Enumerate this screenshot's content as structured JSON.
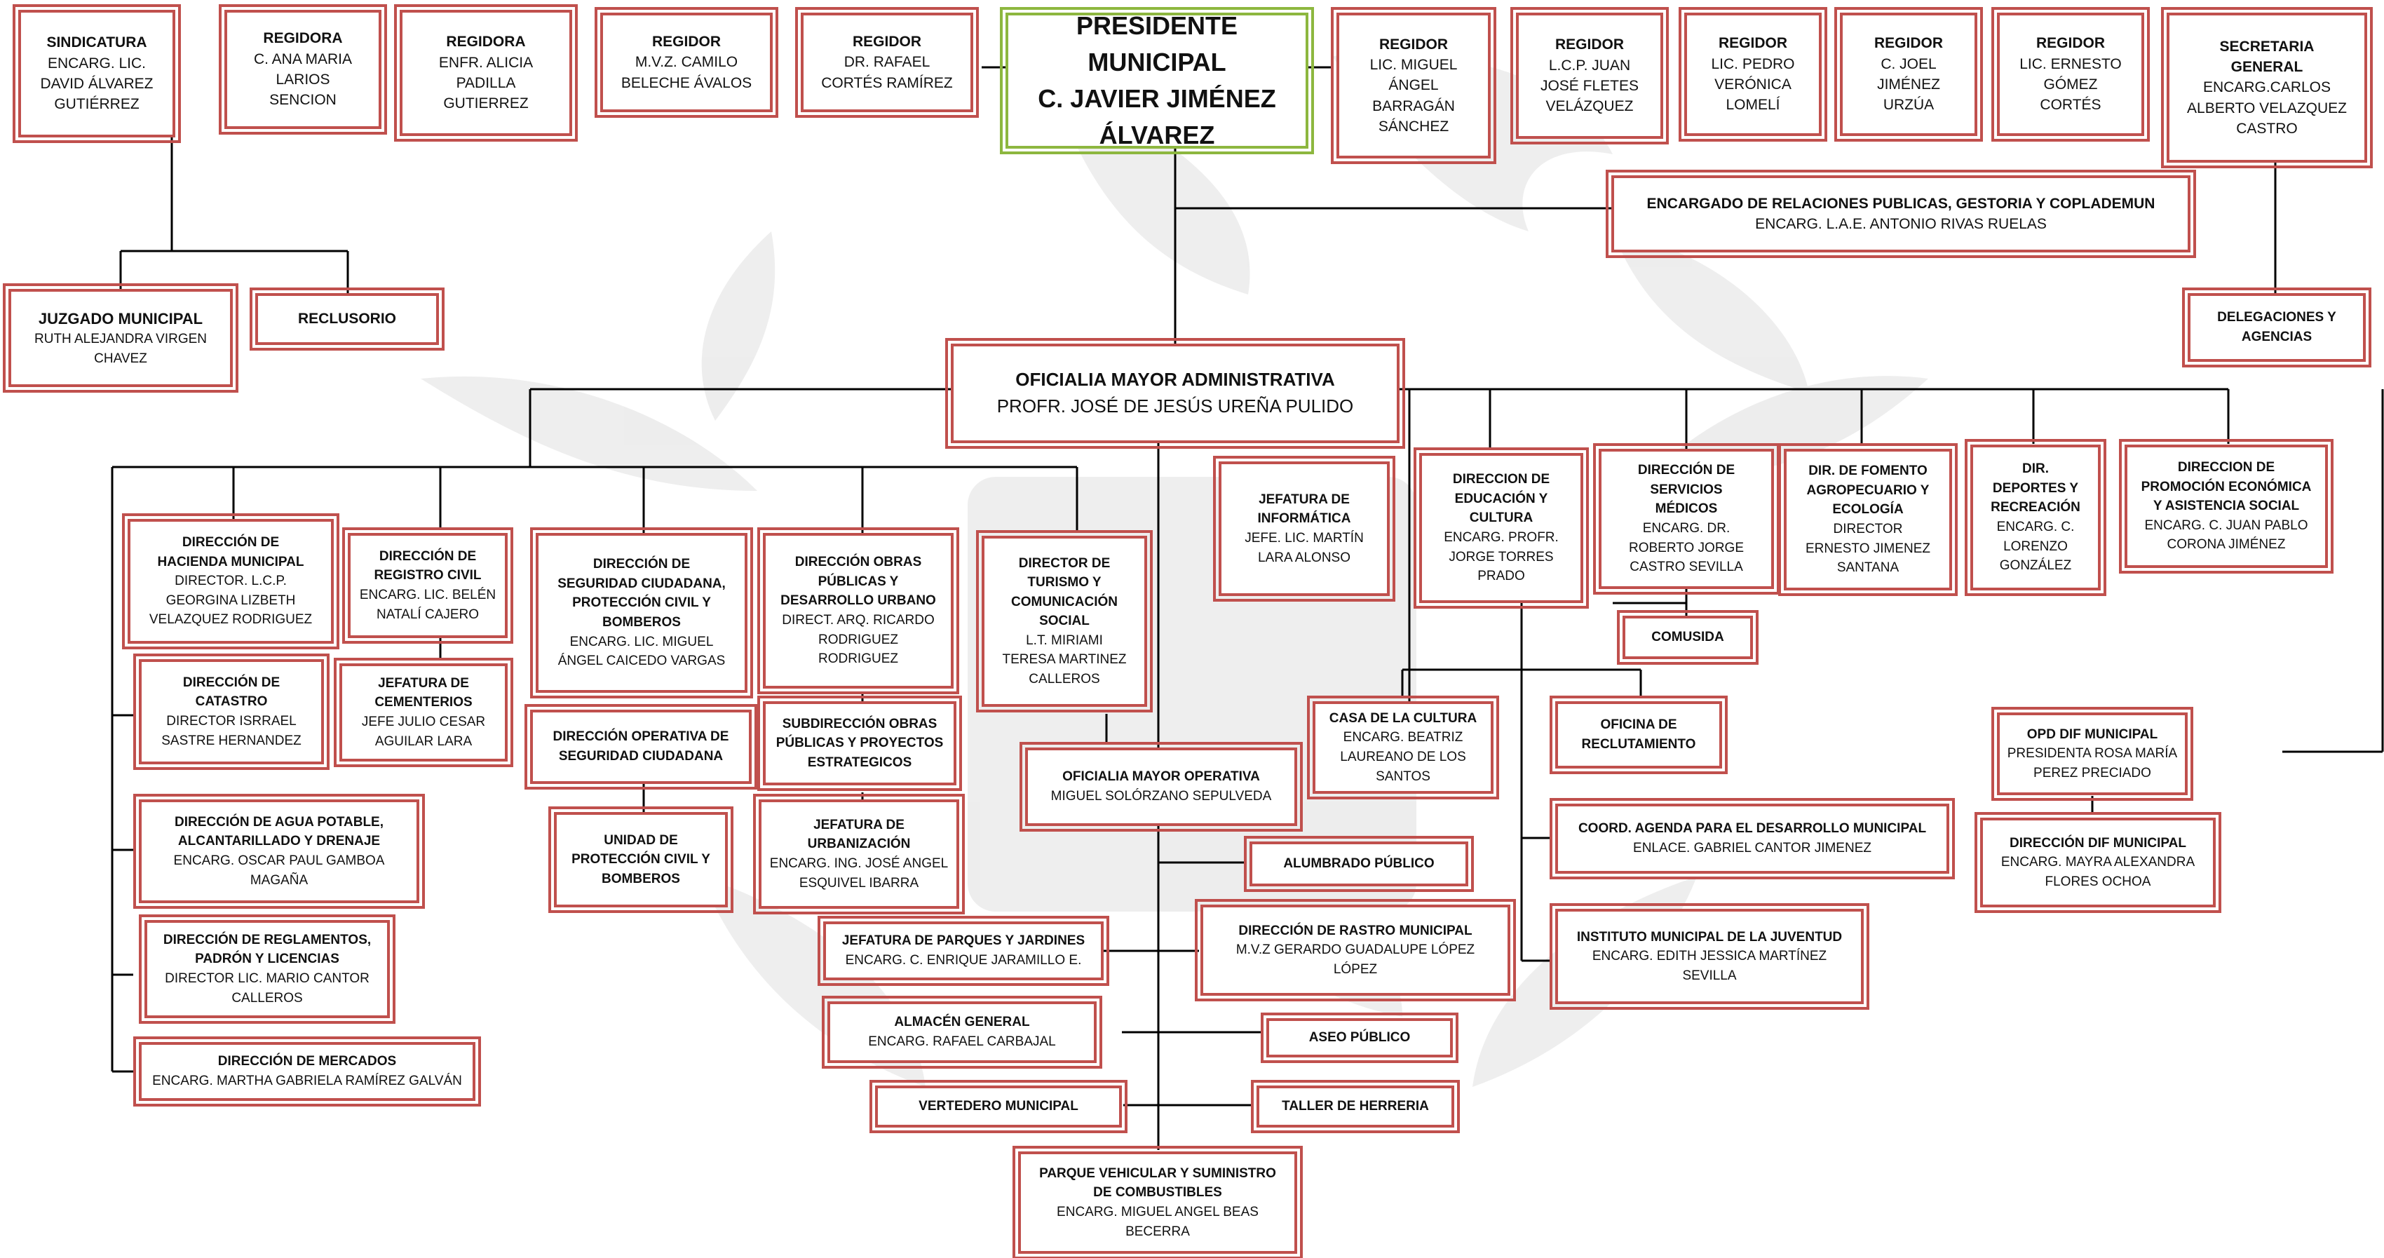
{
  "colors": {
    "box_border": "#c0504d",
    "president_border": "#8db73f",
    "connector": "#000000"
  },
  "watermark": {
    "icon": "municipal-coat-of-arms-icon"
  },
  "regidores_left": [
    {
      "title": "SINDICATURA",
      "body": "ENCARG. LIC.\nDAVID ÁLVAREZ\nGUTIÉRREZ"
    },
    {
      "title": "REGIDORA",
      "body": "C. ANA MARIA\nLARIOS\nSENCION"
    },
    {
      "title": "REGIDORA",
      "body": "ENFR. ALICIA\nPADILLA\nGUTIERREZ"
    },
    {
      "title": "REGIDOR",
      "body": "M.V.Z. CAMILO\nBELECHE ÁVALOS"
    },
    {
      "title": "REGIDOR",
      "body": "DR. RAFAEL\nCORTÉS RAMÍREZ"
    }
  ],
  "president": {
    "title": "PRESIDENTE MUNICIPAL\nC. JAVIER JIMÉNEZ\nÁLVAREZ"
  },
  "regidores_right": [
    {
      "title": "REGIDOR",
      "body": "LIC. MIGUEL\nÁNGEL\nBARRAGÁN\nSÁNCHEZ"
    },
    {
      "title": "REGIDOR",
      "body": "L.C.P. JUAN\nJOSÉ FLETES\nVELÁZQUEZ"
    },
    {
      "title": "REGIDOR",
      "body": "LIC. PEDRO\nVERÓNICA\nLOMELÍ"
    },
    {
      "title": "REGIDOR",
      "body": "C. JOEL\nJIMÉNEZ\nURZÚA"
    },
    {
      "title": "REGIDOR",
      "body": "LIC. ERNESTO\nGÓMEZ\nCORTÉS"
    }
  ],
  "secretaria": {
    "title": "SECRETARIA\nGENERAL",
    "body": "ENCARG.CARLOS\nALBERTO VELAZQUEZ\nCASTRO"
  },
  "relaciones": {
    "title": "ENCARGADO DE RELACIONES PUBLICAS, GESTORIA Y COPLADEMUN",
    "body": "ENCARG. L.A.E. ANTONIO RIVAS RUELAS"
  },
  "juzgado": {
    "title": "JUZGADO MUNICIPAL",
    "body": "RUTH ALEJANDRA VIRGEN\nCHAVEZ"
  },
  "reclusorio": {
    "title": "RECLUSORIO"
  },
  "delegaciones": {
    "title": "DELEGACIONES Y\nAGENCIAS"
  },
  "oficialia": {
    "title": "OFICIALIA MAYOR ADMINISTRATIVA",
    "body": "PROFR. JOSÉ DE JESÚS UREÑA PULIDO"
  },
  "left_column": [
    {
      "title": "DIRECCIÓN DE\nHACIENDA MUNICIPAL",
      "body": "DIRECTOR. L.C.P.\nGEORGINA LIZBETH\nVELAZQUEZ RODRIGUEZ"
    },
    {
      "title": "DIRECCIÓN DE\nCATASTRO",
      "body": "DIRECTOR ISRRAEL\nSASTRE HERNANDEZ"
    },
    {
      "title": "DIRECCIÓN DE AGUA POTABLE,\nALCANTARILLADO Y DRENAJE",
      "body": "ENCARG. OSCAR PAUL GAMBOA\nMAGAÑA"
    },
    {
      "title": "DIRECCIÓN DE REGLAMENTOS,\nPADRÓN Y LICENCIAS",
      "body": "DIRECTOR LIC. MARIO CANTOR\nCALLEROS"
    },
    {
      "title": "DIRECCIÓN DE MERCADOS",
      "body": "ENCARG. MARTHA GABRIELA RAMÍREZ GALVÁN"
    }
  ],
  "registro_civil": {
    "title": "DIRECCIÓN DE\nREGISTRO CIVIL",
    "body": "ENCARG. LIC. BELÉN\nNATALÍ CAJERO"
  },
  "cementerios": {
    "title": "JEFATURA DE\nCEMENTERIOS",
    "body": "JEFE JULIO CESAR\nAGUILAR LARA"
  },
  "seguridad": {
    "title": "DIRECCIÓN DE\nSEGURIDAD CIUDADANA,\nPROTECCIÓN CIVIL Y\nBOMBEROS",
    "body": "ENCARG. LIC. MIGUEL\nÁNGEL CAICEDO VARGAS"
  },
  "operativa": {
    "title": "DIRECCIÓN OPERATIVA DE\nSEGURIDAD CIUDADANA"
  },
  "proteccion": {
    "title": "UNIDAD DE\nPROTECCIÓN CIVIL Y\nBOMBEROS"
  },
  "obras": {
    "title": "DIRECCIÓN OBRAS\nPÚBLICAS Y\nDESARROLLO URBANO",
    "body": "DIRECT. ARQ. RICARDO\nRODRIGUEZ\nRODRIGUEZ"
  },
  "subdireccion": {
    "title": "SUBDIRECCIÓN OBRAS\nPÚBLICAS Y PROYECTOS\nESTRATEGICOS"
  },
  "urbanizacion": {
    "title": "JEFATURA DE\nURBANIZACIÓN",
    "body": "ENCARG. ING. JOSÉ ANGEL\nESQUIVEL IBARRA"
  },
  "turismo": {
    "title": "DIRECTOR DE\nTURISMO Y\nCOMUNICACIÓN\nSOCIAL",
    "body": "L.T. MIRIAMI\nTERESA MARTINEZ\nCALLEROS"
  },
  "informatica": {
    "title": "JEFATURA DE\nINFORMÁTICA",
    "body": "JEFE. LIC. MARTÍN\nLARA ALONSO"
  },
  "educacion": {
    "title": "DIRECCION DE\nEDUCACIÓN Y\nCULTURA",
    "body": "ENCARG. PROFR.\nJORGE TORRES\nPRADO"
  },
  "servicios_medicos": {
    "title": "DIRECCIÓN DE\nSERVICIOS\nMÉDICOS",
    "body": "ENCARG. DR.\nROBERTO JORGE\nCASTRO SEVILLA"
  },
  "comusida": {
    "title": "COMUSIDA"
  },
  "fomento": {
    "title": "DIR. DE FOMENTO\nAGROPECUARIO Y\nECOLOGÍA",
    "body": "DIRECTOR\nERNESTO JIMENEZ\nSANTANA"
  },
  "deportes": {
    "title": "DIR.\nDEPORTES Y\nRECREACIÓN",
    "body": "ENCARG. C.\nLORENZO\nGONZÁLEZ"
  },
  "promocion": {
    "title": "DIRECCION DE\nPROMOCIÓN ECONÓMICA\nY ASISTENCIA SOCIAL",
    "body": "ENCARG. C. JUAN PABLO\nCORONA JIMÉNEZ"
  },
  "casa_cultura": {
    "title": "CASA DE LA CULTURA",
    "body": "ENCARG. BEATRIZ\nLAUREANO DE LOS\nSANTOS"
  },
  "reclutamiento": {
    "title": "OFICINA DE\nRECLUTAMIENTO"
  },
  "coord_agenda": {
    "title": "COORD. AGENDA PARA EL DESARROLLO MUNICIPAL",
    "body": "ENLACE. GABRIEL CANTOR JIMENEZ"
  },
  "juventud": {
    "title": "INSTITUTO MUNICIPAL DE LA JUVENTUD",
    "body": "ENCARG. EDITH JESSICA MARTÍNEZ\nSEVILLA"
  },
  "opd_dif": {
    "title": "OPD DIF MUNICIPAL",
    "body": "PRESIDENTA ROSA MARÍA\nPEREZ PRECIADO"
  },
  "dir_dif": {
    "title": "DIRECCIÓN DIF MUNICIPAL",
    "body": "ENCARG. MAYRA ALEXANDRA\nFLORES OCHOA"
  },
  "oficialia_operativa": {
    "title": "OFICIALIA MAYOR OPERATIVA",
    "body": "MIGUEL SOLÓRZANO SEPULVEDA"
  },
  "alumbrado": {
    "title": "ALUMBRADO PÚBLICO"
  },
  "parques": {
    "title": "JEFATURA DE PARQUES Y JARDINES",
    "body": "ENCARG. C. ENRIQUE JARAMILLO E."
  },
  "rastro": {
    "title": "DIRECCIÓN DE RASTRO MUNICIPAL",
    "body": "M.V.Z GERARDO GUADALUPE LÓPEZ\nLÓPEZ"
  },
  "almacen": {
    "title": "ALMACÉN GENERAL",
    "body": "ENCARG. RAFAEL CARBAJAL"
  },
  "aseo": {
    "title": "ASEO PÚBLICO"
  },
  "vertedero": {
    "title": "VERTEDERO MUNICIPAL"
  },
  "herreria": {
    "title": "TALLER DE HERRERIA"
  },
  "parque_vehicular": {
    "title": "PARQUE VEHICULAR Y SUMINISTRO\nDE COMBUSTIBLES",
    "body": "ENCARG. MIGUEL ANGEL BEAS\nBECERRA"
  }
}
